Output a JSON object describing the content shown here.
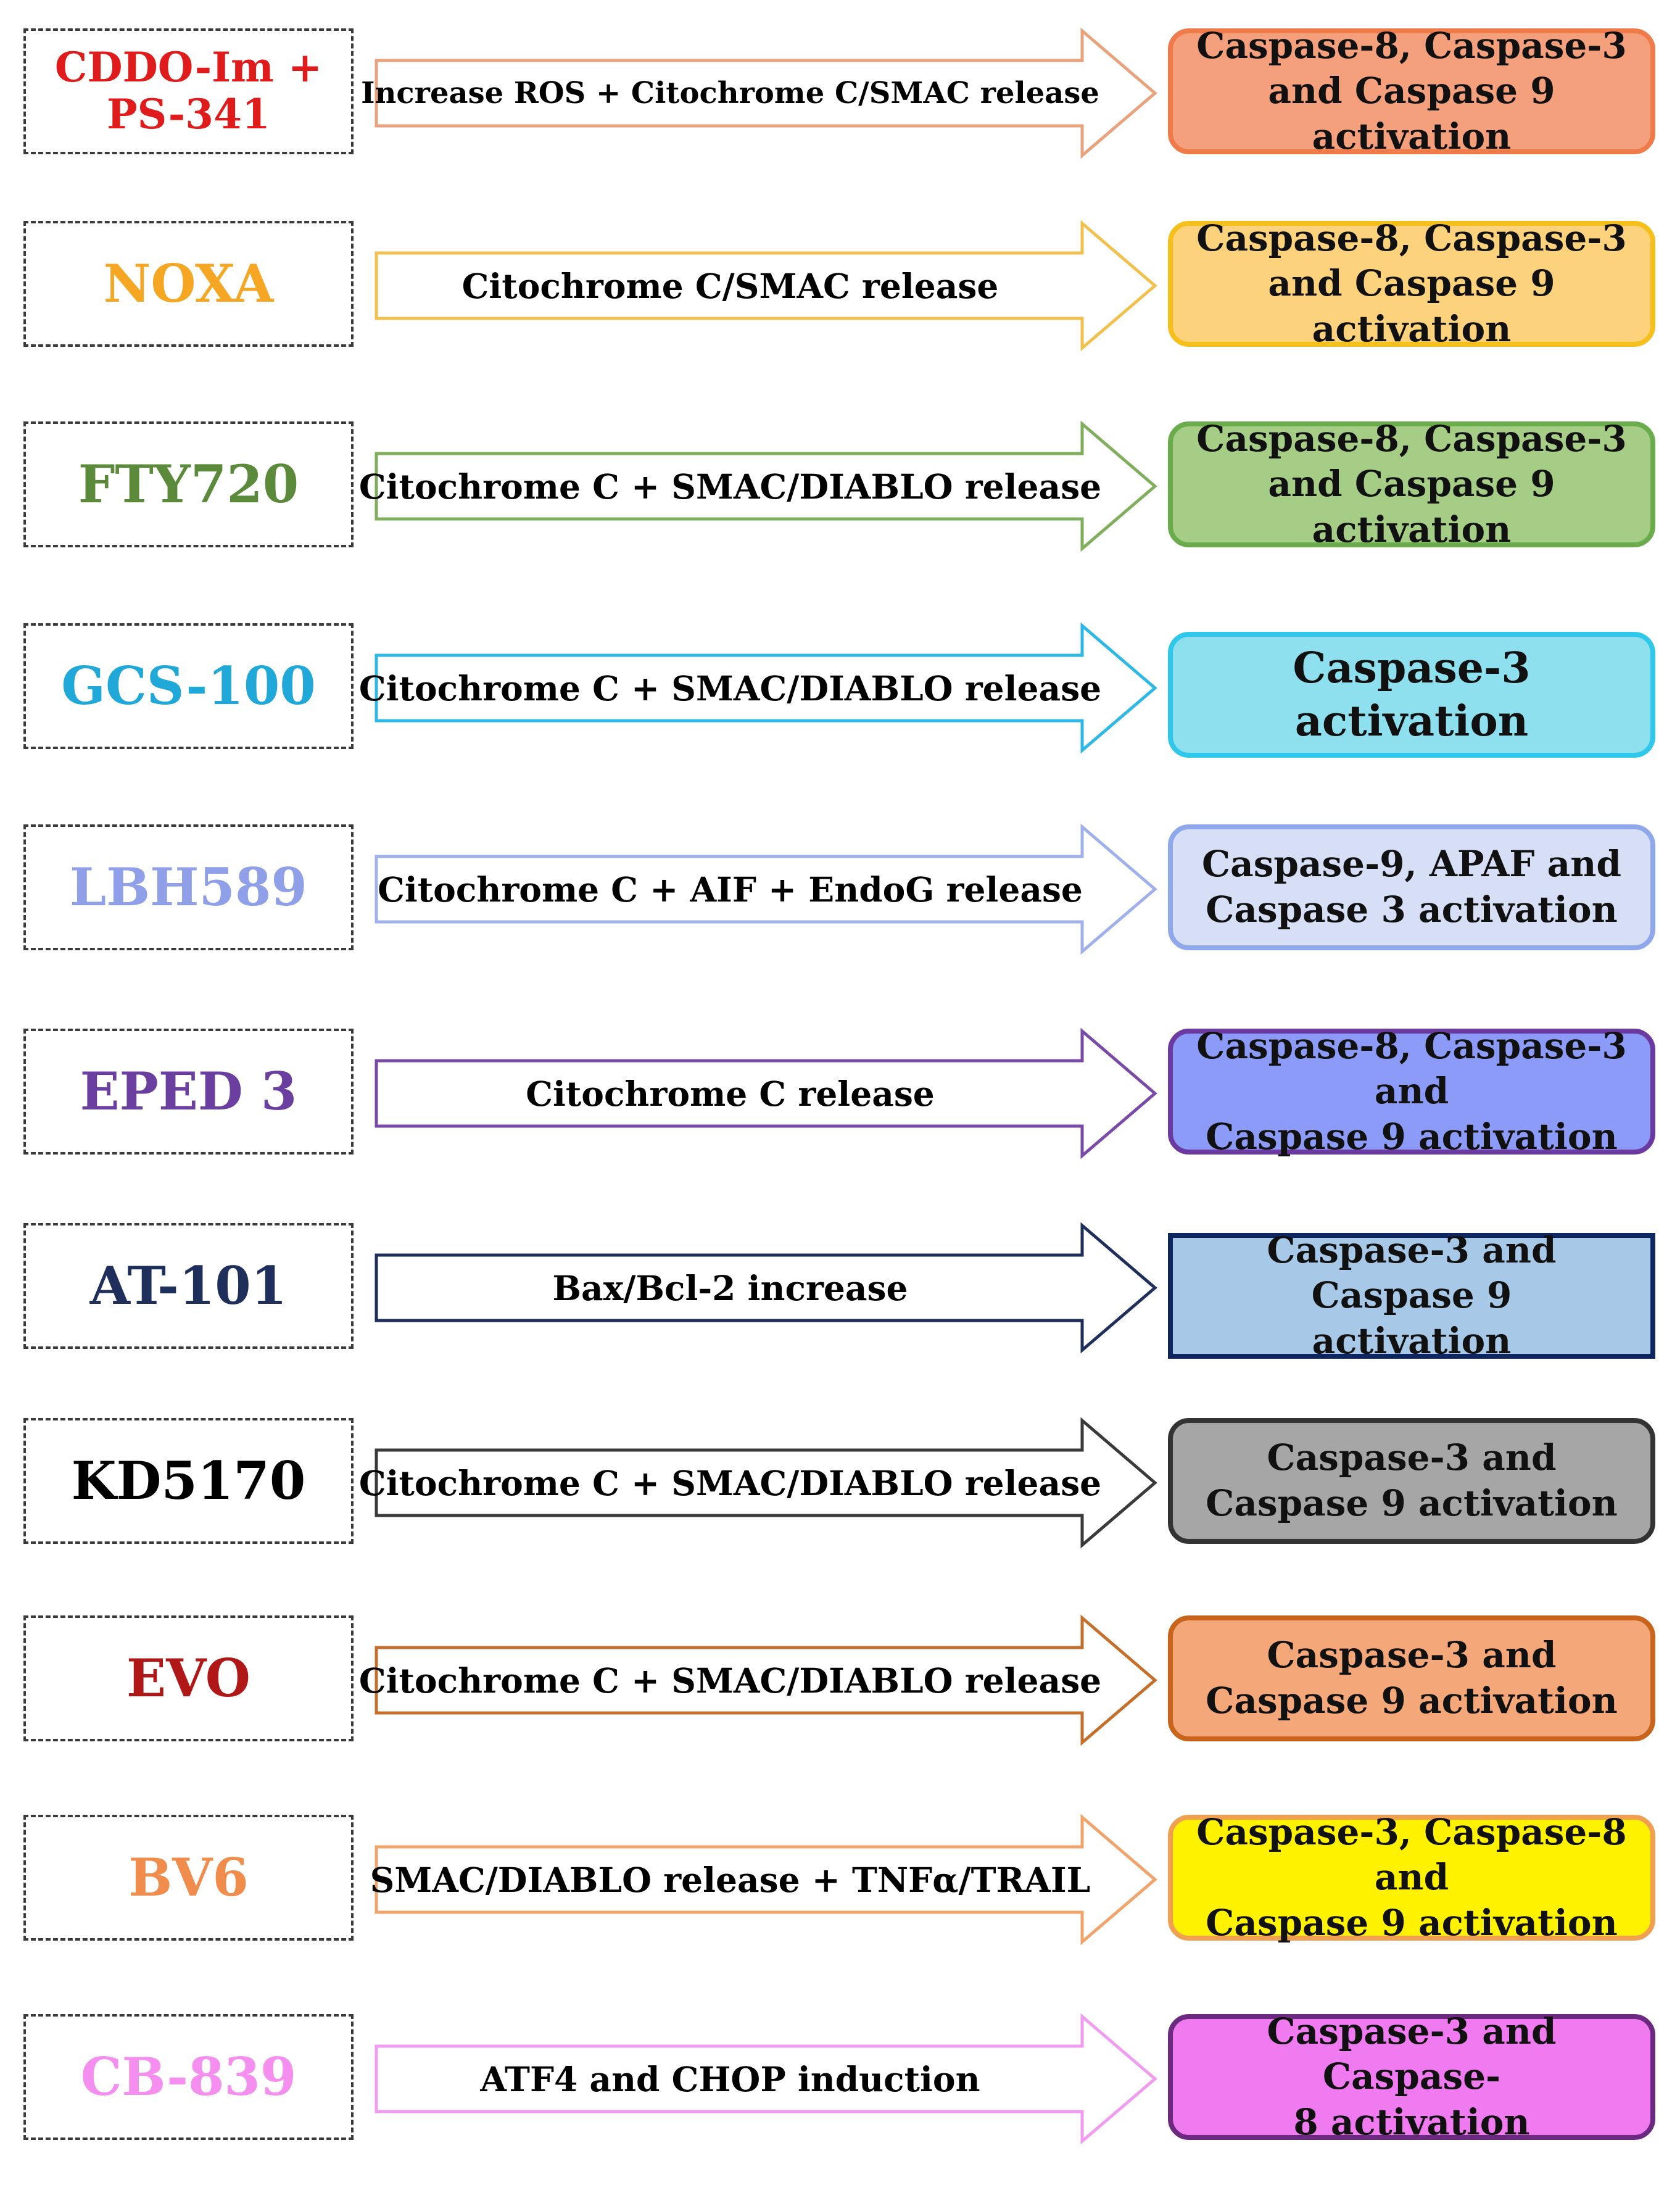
{
  "rows": [
    {
      "drug": "CDDO-Im +\nPS-341",
      "drug_color": "#e01b1b",
      "mechanism": "Increase ROS + Citochrome C/SMAC release",
      "arrow_color": "#e8a37c",
      "outcome": "Caspase-8, Caspase-3\nand Caspase 9 activation",
      "outcome_fill": "#f4a07c",
      "outcome_border": "#ef7a4a"
    },
    {
      "drug": "NOXA",
      "drug_color": "#f5a623",
      "mechanism": "Citochrome C/SMAC release",
      "arrow_color": "#f2c04d",
      "outcome": "Caspase-8, Caspase-3\nand Caspase 9 activation",
      "outcome_fill": "#fdd27c",
      "outcome_border": "#f5c01c"
    },
    {
      "drug": "FTY720",
      "drug_color": "#5a8a3a",
      "mechanism": "Citochrome C + SMAC/DIABLO release",
      "arrow_color": "#7fae5c",
      "outcome": "Caspase-8, Caspase-3\nand Caspase 9 activation",
      "outcome_fill": "#a6cd86",
      "outcome_border": "#6aab4c"
    },
    {
      "drug": "GCS-100",
      "drug_color": "#1fa8d8",
      "mechanism": "Citochrome C + SMAC/DIABLO release",
      "arrow_color": "#2db8e6",
      "outcome": "Caspase-3 activation",
      "outcome_fill": "#8ee0ef",
      "outcome_border": "#2fc8ea"
    },
    {
      "drug": "LBH589",
      "drug_color": "#8fa0e8",
      "mechanism": "Citochrome C + AIF + EndoG release",
      "arrow_color": "#9fb0ea",
      "outcome": "Caspase-9, APAF and\nCaspase 3 activation",
      "outcome_fill": "#d6dff6",
      "outcome_border": "#8fa8ec"
    },
    {
      "drug": "EPED 3",
      "drug_color": "#6b3fa0",
      "mechanism": "Citochrome C release",
      "arrow_color": "#7a4aa8",
      "outcome": "Caspase-8, Caspase-3 and\nCaspase 9 activation",
      "outcome_fill": "#8c9bf7",
      "outcome_border": "#6a3aa0"
    },
    {
      "drug": "AT-101",
      "drug_color": "#1f2f5c",
      "mechanism": "Bax/Bcl-2 increase",
      "arrow_color": "#1f2f5c",
      "outcome": "Caspase-3 and Caspase 9\nactivation",
      "outcome_fill": "#a7c8e6",
      "outcome_border": "#0f2760"
    },
    {
      "drug": "KD5170",
      "drug_color": "#000000",
      "mechanism": "Citochrome C + SMAC/DIABLO release",
      "arrow_color": "#3a3a3a",
      "outcome": "Caspase-3 and\nCaspase 9 activation",
      "outcome_fill": "#a6a6a6",
      "outcome_border": "#333333"
    },
    {
      "drug": "EVO",
      "drug_color": "#b01818",
      "mechanism": "Citochrome C + SMAC/DIABLO release",
      "arrow_color": "#c4702c",
      "outcome": "Caspase-3 and\nCaspase 9 activation",
      "outcome_fill": "#f4a778",
      "outcome_border": "#c8641c"
    },
    {
      "drug": "BV6",
      "drug_color": "#f08c4c",
      "mechanism": "SMAC/DIABLO release + TNFα/TRAIL",
      "arrow_color": "#f0a46c",
      "outcome": "Caspase-3, Caspase-8 and\nCaspase 9 activation",
      "outcome_fill": "#fff200",
      "outcome_border": "#f0a050"
    },
    {
      "drug": "CB-839",
      "drug_color": "#f48ff0",
      "mechanism": "ATF4 and CHOP induction",
      "arrow_color": "#f09cf0",
      "outcome": "Caspase-3 and Caspase-\n8 activation",
      "outcome_fill": "#f07af0",
      "outcome_border": "#6b2a80"
    }
  ]
}
